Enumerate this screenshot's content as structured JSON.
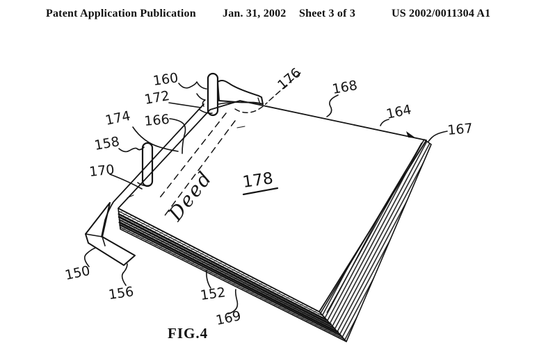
{
  "header": {
    "publication": "Patent Application Publication",
    "date": "Jan. 31, 2002",
    "sheet": "Sheet 3 of 3",
    "patent_number": "US 2002/0011304 A1"
  },
  "figure": {
    "caption": "FIG.4",
    "document_text": "Deed",
    "reference_labels": {
      "150": "150",
      "152": "152",
      "156": "156",
      "158": "158",
      "160": "160",
      "164": "164",
      "166": "166",
      "167": "167",
      "168": "168",
      "169": "169",
      "170": "170",
      "172": "172",
      "174": "174",
      "176": "176",
      "178": "178"
    }
  },
  "colors": {
    "ink": "#141414",
    "paper": "#ffffff"
  }
}
